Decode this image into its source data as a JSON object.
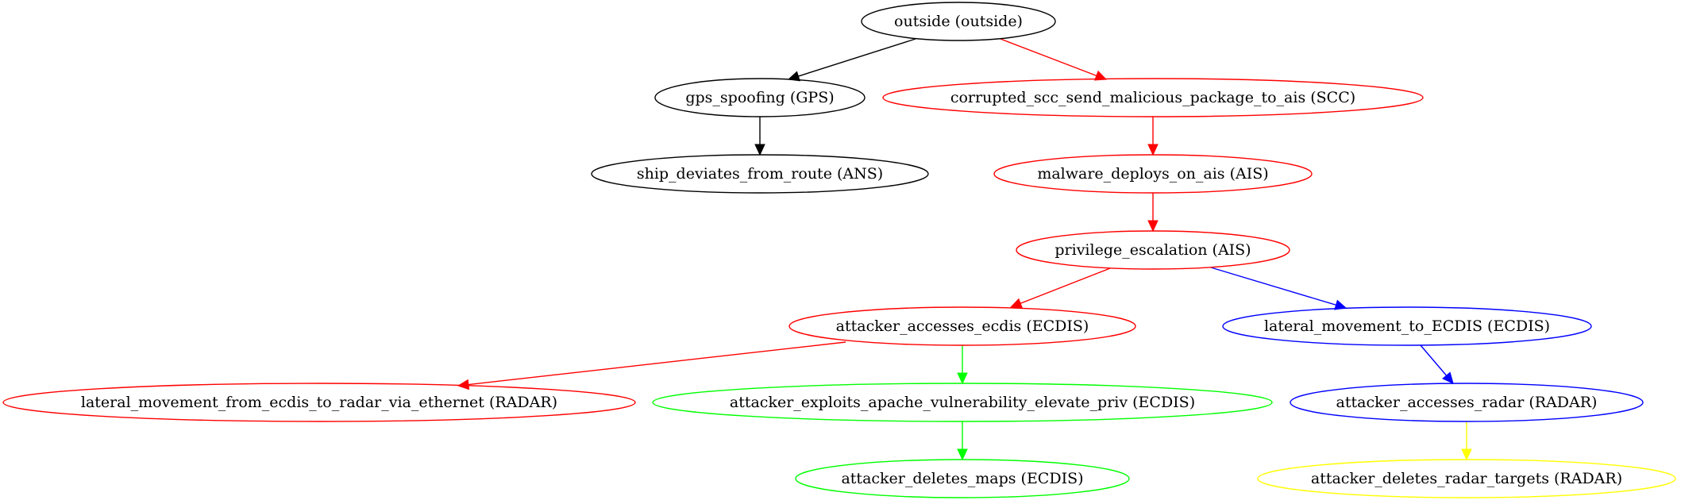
{
  "nodes": [
    {
      "id": "outside",
      "label": "outside (outside)",
      "color": "#000000"
    },
    {
      "id": "gps",
      "label": "gps_spoofing (GPS)",
      "color": "#000000"
    },
    {
      "id": "scc",
      "label": "corrupted_scc_send_malicious_package_to_ais (SCC)",
      "color": "#ff0000"
    },
    {
      "id": "ans",
      "label": "ship_deviates_from_route (ANS)",
      "color": "#000000"
    },
    {
      "id": "malware",
      "label": "malware_deploys_on_ais (AIS)",
      "color": "#ff0000"
    },
    {
      "id": "priv",
      "label": "privilege_escalation (AIS)",
      "color": "#ff0000"
    },
    {
      "id": "ecdis",
      "label": "attacker_accesses_ecdis (ECDIS)",
      "color": "#ff0000"
    },
    {
      "id": "latecdis",
      "label": "lateral_movement_to_ECDIS (ECDIS)",
      "color": "#0000ff"
    },
    {
      "id": "latradar",
      "label": "lateral_movement_from_ecdis_to_radar_via_ethernet (RADAR)",
      "color": "#ff0000"
    },
    {
      "id": "apache",
      "label": "attacker_exploits_apache_vulnerability_elevate_priv (ECDIS)",
      "color": "#00ff00"
    },
    {
      "id": "radar",
      "label": "attacker_accesses_radar (RADAR)",
      "color": "#0000ff"
    },
    {
      "id": "maps",
      "label": "attacker_deletes_maps (ECDIS)",
      "color": "#00ff00"
    },
    {
      "id": "targets",
      "label": "attacker_deletes_radar_targets (RADAR)",
      "color": "#ffff00"
    }
  ],
  "edges": [
    {
      "from": "outside",
      "to": "gps",
      "color": "#000000"
    },
    {
      "from": "outside",
      "to": "scc",
      "color": "#ff0000"
    },
    {
      "from": "gps",
      "to": "ans",
      "color": "#000000"
    },
    {
      "from": "scc",
      "to": "malware",
      "color": "#ff0000"
    },
    {
      "from": "malware",
      "to": "priv",
      "color": "#ff0000"
    },
    {
      "from": "priv",
      "to": "ecdis",
      "color": "#ff0000"
    },
    {
      "from": "priv",
      "to": "latecdis",
      "color": "#0000ff"
    },
    {
      "from": "ecdis",
      "to": "latradar",
      "color": "#ff0000"
    },
    {
      "from": "ecdis",
      "to": "apache",
      "color": "#00ff00"
    },
    {
      "from": "latecdis",
      "to": "radar",
      "color": "#0000ff"
    },
    {
      "from": "apache",
      "to": "maps",
      "color": "#00ff00"
    },
    {
      "from": "radar",
      "to": "targets",
      "color": "#ffff00"
    }
  ]
}
